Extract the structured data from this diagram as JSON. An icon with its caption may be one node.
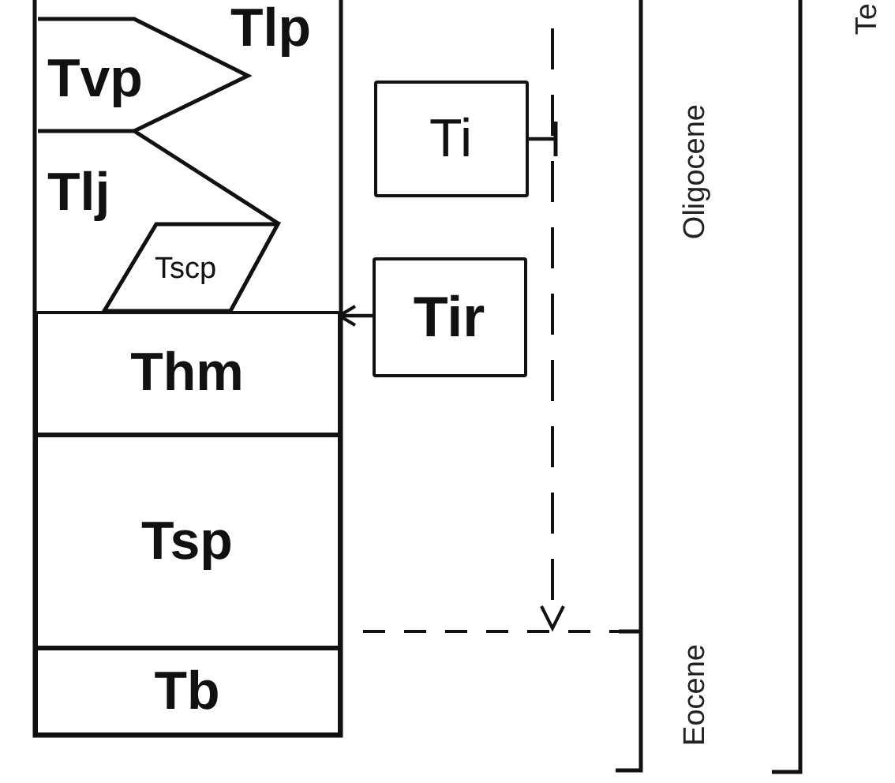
{
  "diagram": {
    "nodes": [
      {
        "text": [
          "Tlp"
        ]
      },
      {
        "text": [
          "Tvp"
        ]
      },
      {
        "text": [
          "Tlj"
        ]
      },
      {
        "text": [
          "Tscp"
        ]
      },
      {
        "text": [
          "Thm"
        ]
      },
      {
        "text": [
          "Tsp"
        ]
      },
      {
        "text": [
          "Tb"
        ]
      },
      {
        "text": [
          "Ti"
        ]
      },
      {
        "text": [
          "Tir"
        ]
      }
    ],
    "edges": [
      {
        "from": 8,
        "to": 4,
        "arrow": "to"
      },
      {
        "from": 7,
        "to": null,
        "arrow": "other"
      }
    ],
    "labels": [
      "Oligocene",
      "Eocene",
      "Te"
    ]
  }
}
